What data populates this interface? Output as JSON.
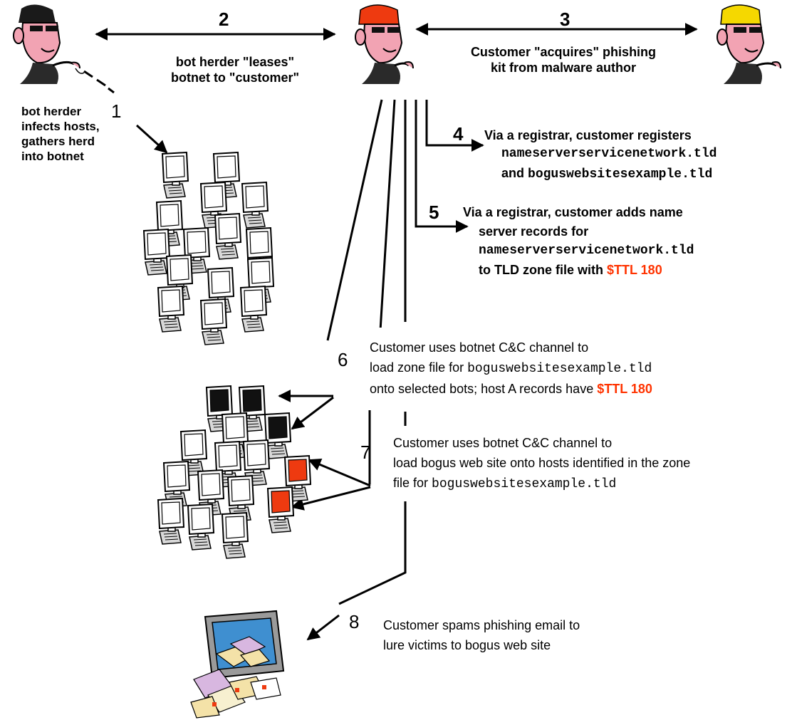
{
  "colors": {
    "accent_red": "#ff3300",
    "infected_bot": "#111111",
    "phishing_bot": "#ee3a10",
    "line": "#000000"
  },
  "actors": [
    "bot-herder-icon",
    "customer-icon",
    "malware-author-icon"
  ],
  "steps": {
    "s1": {
      "num": "1",
      "text": [
        "bot herder",
        "infects hosts,",
        "gathers herd",
        "into botnet"
      ]
    },
    "s2": {
      "num": "2",
      "text": [
        "bot herder \"leases\"",
        "botnet to \"customer\""
      ]
    },
    "s3": {
      "num": "3",
      "text": [
        "Customer \"acquires\" phishing",
        "kit from malware author"
      ]
    },
    "s4": {
      "num": "4",
      "line1": "Via a registrar, customer registers",
      "domain1": "nameserverservicenetwork.tld",
      "and": "and",
      "domain2": "boguswebsitesexample.tld"
    },
    "s5": {
      "num": "5",
      "line1": "Via a registrar, customer adds name",
      "line2": "server records for",
      "domain": "nameserverservicenetwork.tld",
      "line4": "to TLD zone file with",
      "ttl": "$TTL 180"
    },
    "s6": {
      "num": "6",
      "line1": "Customer uses botnet C&C channel to",
      "line2": "load zone file for",
      "domain": "boguswebsitesexample.tld",
      "line3": "onto selected bots; host A records have",
      "ttl": "$TTL 180"
    },
    "s7": {
      "num": "7",
      "line1": "Customer uses botnet C&C channel to",
      "line2": "load bogus web site onto hosts identified in the zone",
      "line3": "file for",
      "domain": "boguswebsitesexample.tld"
    },
    "s8": {
      "num": "8",
      "line1": "Customer spams phishing email to",
      "line2": "lure victims to bogus web site"
    }
  }
}
